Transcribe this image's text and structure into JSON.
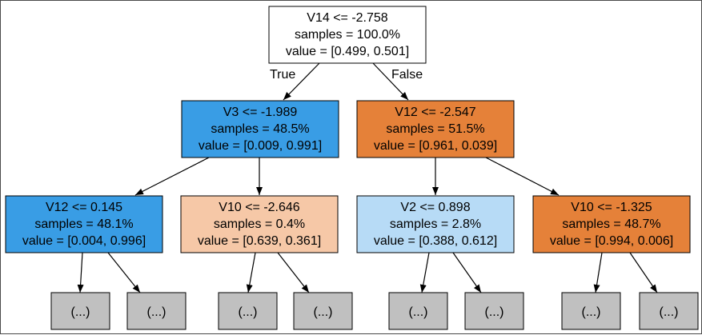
{
  "colors": {
    "white": "#ffffff",
    "blue_strong": "#399de5",
    "orange_strong": "#e58139",
    "orange_light": "#f6c8a7",
    "blue_light": "#b7dbf6",
    "truncated_gray": "#c0c0c0",
    "stroke": "#000000"
  },
  "nodes": {
    "root": {
      "line1": "V14 <= -2.758",
      "line2": "samples = 100.0%",
      "line3": "value = [0.499, 0.501]"
    },
    "n_left": {
      "line1": "V3 <= -1.989",
      "line2": "samples = 48.5%",
      "line3": "value = [0.009, 0.991]"
    },
    "n_right": {
      "line1": "V12 <= -2.547",
      "line2": "samples = 51.5%",
      "line3": "value = [0.961, 0.039]"
    },
    "n_ll": {
      "line1": "V12 <= 0.145",
      "line2": "samples = 48.1%",
      "line3": "value = [0.004, 0.996]"
    },
    "n_lr": {
      "line1": "V10 <= -2.646",
      "line2": "samples = 0.4%",
      "line3": "value = [0.639, 0.361]"
    },
    "n_rl": {
      "line1": "V2 <= 0.898",
      "line2": "samples = 2.8%",
      "line3": "value = [0.388, 0.612]"
    },
    "n_rr": {
      "line1": "V10 <= -1.325",
      "line2": "samples = 48.7%",
      "line3": "value = [0.994, 0.006]"
    }
  },
  "edge_labels": {
    "true_label": "True",
    "false_label": "False"
  },
  "truncated_label": "(...)"
}
